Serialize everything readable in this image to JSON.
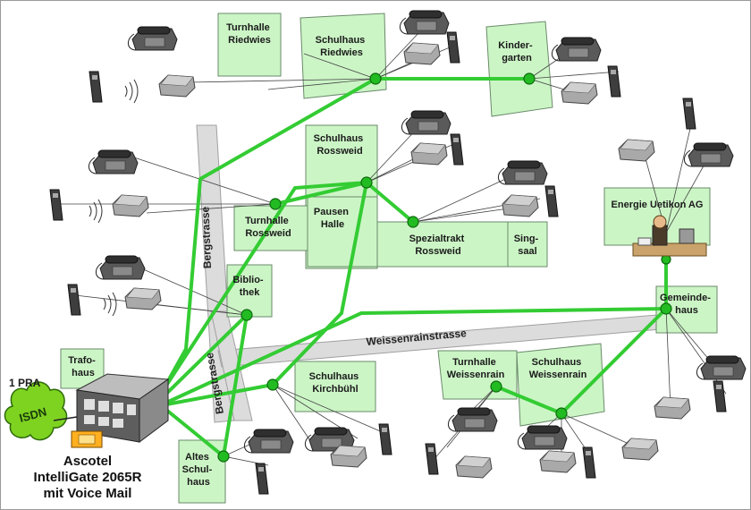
{
  "diagram": {
    "buildings": [
      {
        "id": "turnhalle-riedwies",
        "lines": [
          "Turnhalle",
          "Riedwies"
        ]
      },
      {
        "id": "schulhaus-riedwies",
        "lines": [
          "Schulhaus",
          "Riedwies"
        ]
      },
      {
        "id": "kindergarten",
        "lines": [
          "Kinder-",
          "garten"
        ]
      },
      {
        "id": "schulhaus-rossweid",
        "lines": [
          "Schulhaus",
          "Rossweid"
        ]
      },
      {
        "id": "turnhalle-rossweid",
        "lines": [
          "Turnhalle",
          "Rossweid"
        ]
      },
      {
        "id": "pausen-halle",
        "lines": [
          "Pausen",
          "Halle"
        ]
      },
      {
        "id": "spezialtrakt-rossweid",
        "lines": [
          "Spezialtrakt",
          "Rossweid"
        ]
      },
      {
        "id": "singsaal",
        "lines": [
          "Sing-",
          "saal"
        ]
      },
      {
        "id": "energie-uetikon",
        "lines": [
          "Energie Uetikon AG"
        ]
      },
      {
        "id": "bibliothek",
        "lines": [
          "Biblio-",
          "thek"
        ]
      },
      {
        "id": "gemeindehaus",
        "lines": [
          "Gemeinde-",
          "haus"
        ]
      },
      {
        "id": "trafohaus",
        "lines": [
          "Trafo-",
          "haus"
        ]
      },
      {
        "id": "schulhaus-kirchbuehl",
        "lines": [
          "Schulhaus",
          "Kirchbühl"
        ]
      },
      {
        "id": "turnhalle-weissenrain",
        "lines": [
          "Turnhalle",
          "Weissenrain"
        ]
      },
      {
        "id": "schulhaus-weissenrain",
        "lines": [
          "Schulhaus",
          "Weissenrain"
        ]
      },
      {
        "id": "altes-schulhaus",
        "lines": [
          "Altes",
          "Schul-",
          "haus"
        ]
      }
    ],
    "streets": {
      "bergstrasse": "Bergstrasse",
      "weissenrainstrasse": "Weissenrainstrasse",
      "bergstrasse2": "Bergstrasse"
    },
    "pbx": {
      "isdn_label": "ISDN",
      "pra_label": "1 PRA",
      "name_lines": [
        "Ascotel",
        "IntelliGate 2065R",
        "mit Voice Mail"
      ]
    }
  },
  "colors": {
    "link": "#33cc33",
    "building": "#ccf5c6",
    "road": "#dcdcdc",
    "isdn_cloud": "#7ed321"
  },
  "icons": [
    "desk-phone-icon",
    "cordless-phone-icon",
    "dect-base-station-icon",
    "pbx-server-icon",
    "isdn-cloud-icon",
    "office-worker-icon"
  ]
}
